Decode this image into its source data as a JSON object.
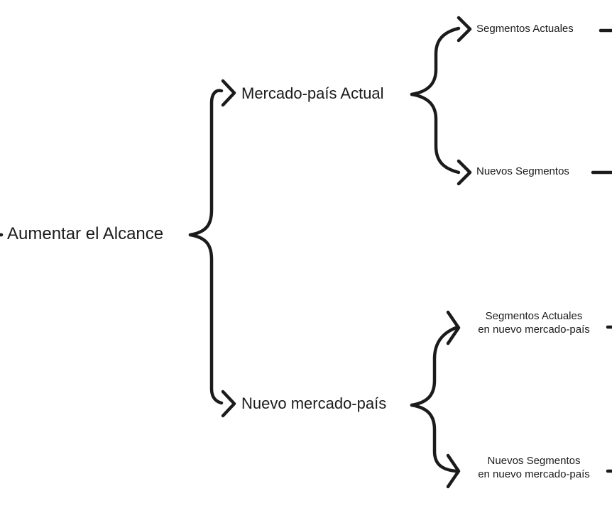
{
  "diagram": {
    "root": {
      "label": "Aumentar el Alcance"
    },
    "current_market": {
      "label": "Mercado-país Actual",
      "children": [
        {
          "label": "Segmentos Actuales"
        },
        {
          "label": "Nuevos Segmentos"
        }
      ]
    },
    "new_market": {
      "label": "Nuevo mercado-país",
      "children": [
        {
          "line1": "Segmentos Actuales",
          "line2": "en nuevo mercado-país"
        },
        {
          "line1": "Nuevos Segmentos",
          "line2": "en nuevo mercado-país"
        }
      ]
    },
    "colors": {
      "stroke": "#1b1b1b",
      "background": "#ffffff"
    }
  }
}
